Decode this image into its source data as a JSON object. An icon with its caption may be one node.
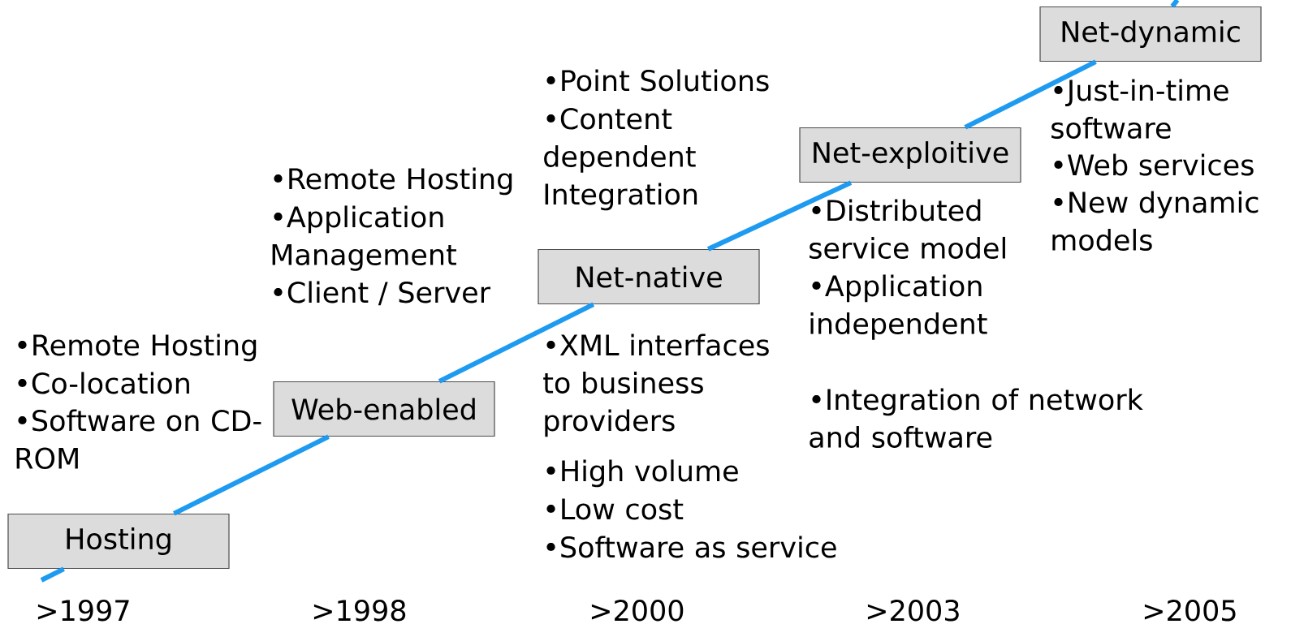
{
  "diagram": {
    "nodes": [
      {
        "text": [
          "Hosting"
        ],
        "beside": [
          "•Remote Hosting",
          "•Co-location",
          "•Software on CD-ROM"
        ]
      },
      {
        "text": [
          "Web-enabled"
        ],
        "beside": [
          "•Remote Hosting",
          "•Application Management",
          "•Client / Server"
        ]
      },
      {
        "text": [
          "Net-native"
        ],
        "beside": [
          "•Point Solutions",
          "•Content dependent Integration",
          "•XML interfaces to business providers",
          "•High volume",
          "•Low cost",
          "•Software as service"
        ]
      },
      {
        "text": [
          "Net-exploitive"
        ],
        "beside": [
          "•Distributed service model",
          "•Application independent",
          "•Integration of network and software"
        ]
      },
      {
        "text": [
          "Net-dynamic"
        ],
        "beside": [
          "•Just-in-time software",
          "•Web services",
          "•New dynamic models"
        ]
      }
    ],
    "edges": [
      {
        "from": null,
        "to": 0,
        "arrow": "none"
      },
      {
        "from": 0,
        "to": 1,
        "arrow": "none"
      },
      {
        "from": 1,
        "to": 2,
        "arrow": "none"
      },
      {
        "from": 2,
        "to": 3,
        "arrow": "none"
      },
      {
        "from": 3,
        "to": 4,
        "arrow": "none"
      },
      {
        "from": 4,
        "to": null,
        "arrow": "none"
      }
    ],
    "labels": [
      ">1997",
      ">1998",
      ">2000",
      ">2003",
      ">2005"
    ]
  }
}
